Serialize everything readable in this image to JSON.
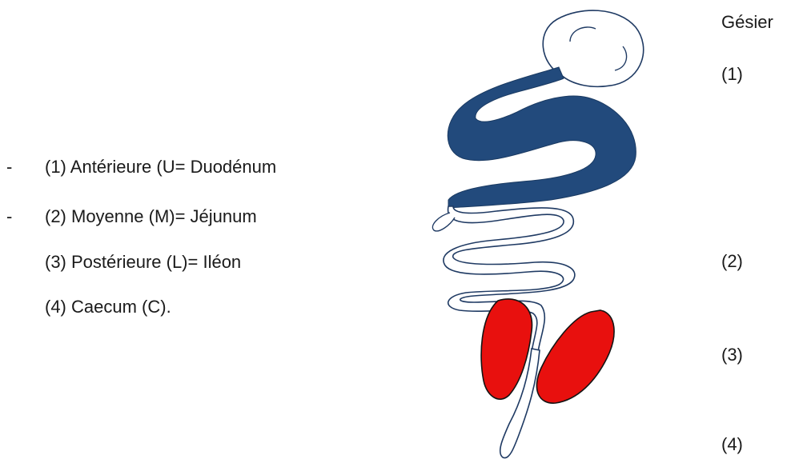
{
  "segments_list": [
    {
      "bullet": "-",
      "text": "(1)  Antérieure (U= Duodénum"
    },
    {
      "bullet": "-",
      "text": "(2) Moyenne (M)= Jéjunum"
    },
    {
      "bullet": "",
      "text": "(3) Postérieure  (L)= Iléon"
    },
    {
      "bullet": "",
      "text": "(4) Caecum (C)."
    }
  ],
  "labels": {
    "gizzard": "Gésier",
    "n1": "(1)",
    "n2": "(2)",
    "n3": "(3)",
    "n4": "(4)"
  },
  "colors": {
    "duodenum": "#224a7c",
    "caeca": "#e8100e",
    "outline": "#1f3a63"
  }
}
